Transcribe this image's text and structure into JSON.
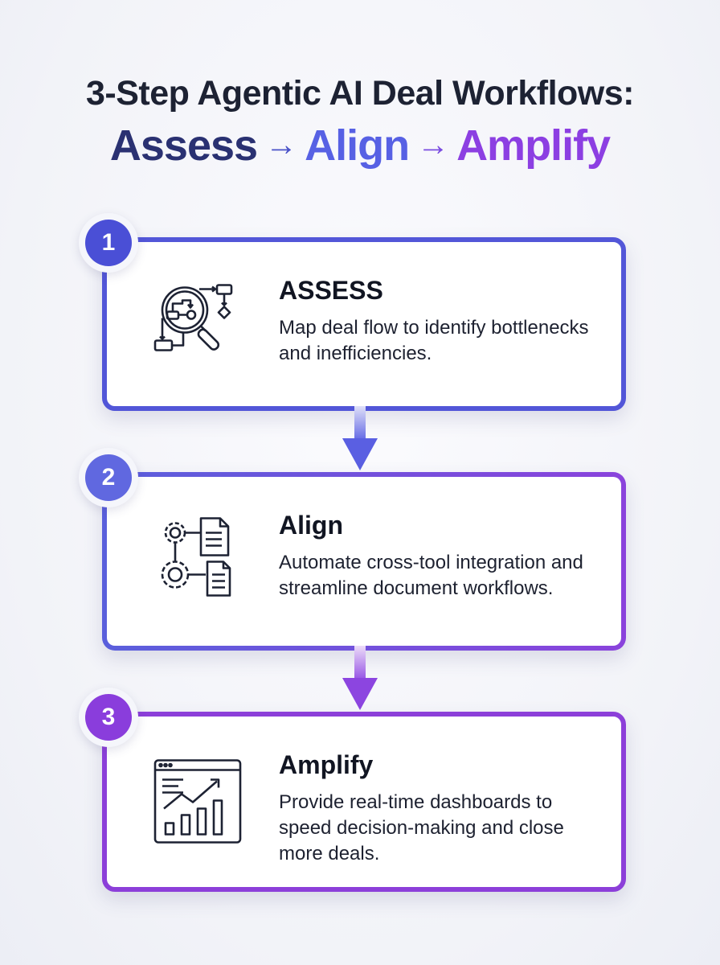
{
  "title": {
    "line1": "3-Step Agentic AI Deal Workflows:",
    "assess": "Assess",
    "arrow": "→",
    "align": "Align",
    "amplify": "Amplify"
  },
  "colors": {
    "step1": "#5256d8",
    "step2": "#6a55e0",
    "step3": "#8c3fd9"
  },
  "steps": [
    {
      "number": "1",
      "heading": "ASSESS",
      "description": "Map deal flow to identify bottlenecks and inefficiencies.",
      "icon": "magnifier-flowchart-icon"
    },
    {
      "number": "2",
      "heading": "Align",
      "description": "Automate cross-tool integration and streamline document workflows.",
      "icon": "gears-documents-icon"
    },
    {
      "number": "3",
      "heading": "Amplify",
      "description": "Provide real-time dashboards to speed decision-making and close more deals.",
      "icon": "dashboard-chart-icon"
    }
  ]
}
